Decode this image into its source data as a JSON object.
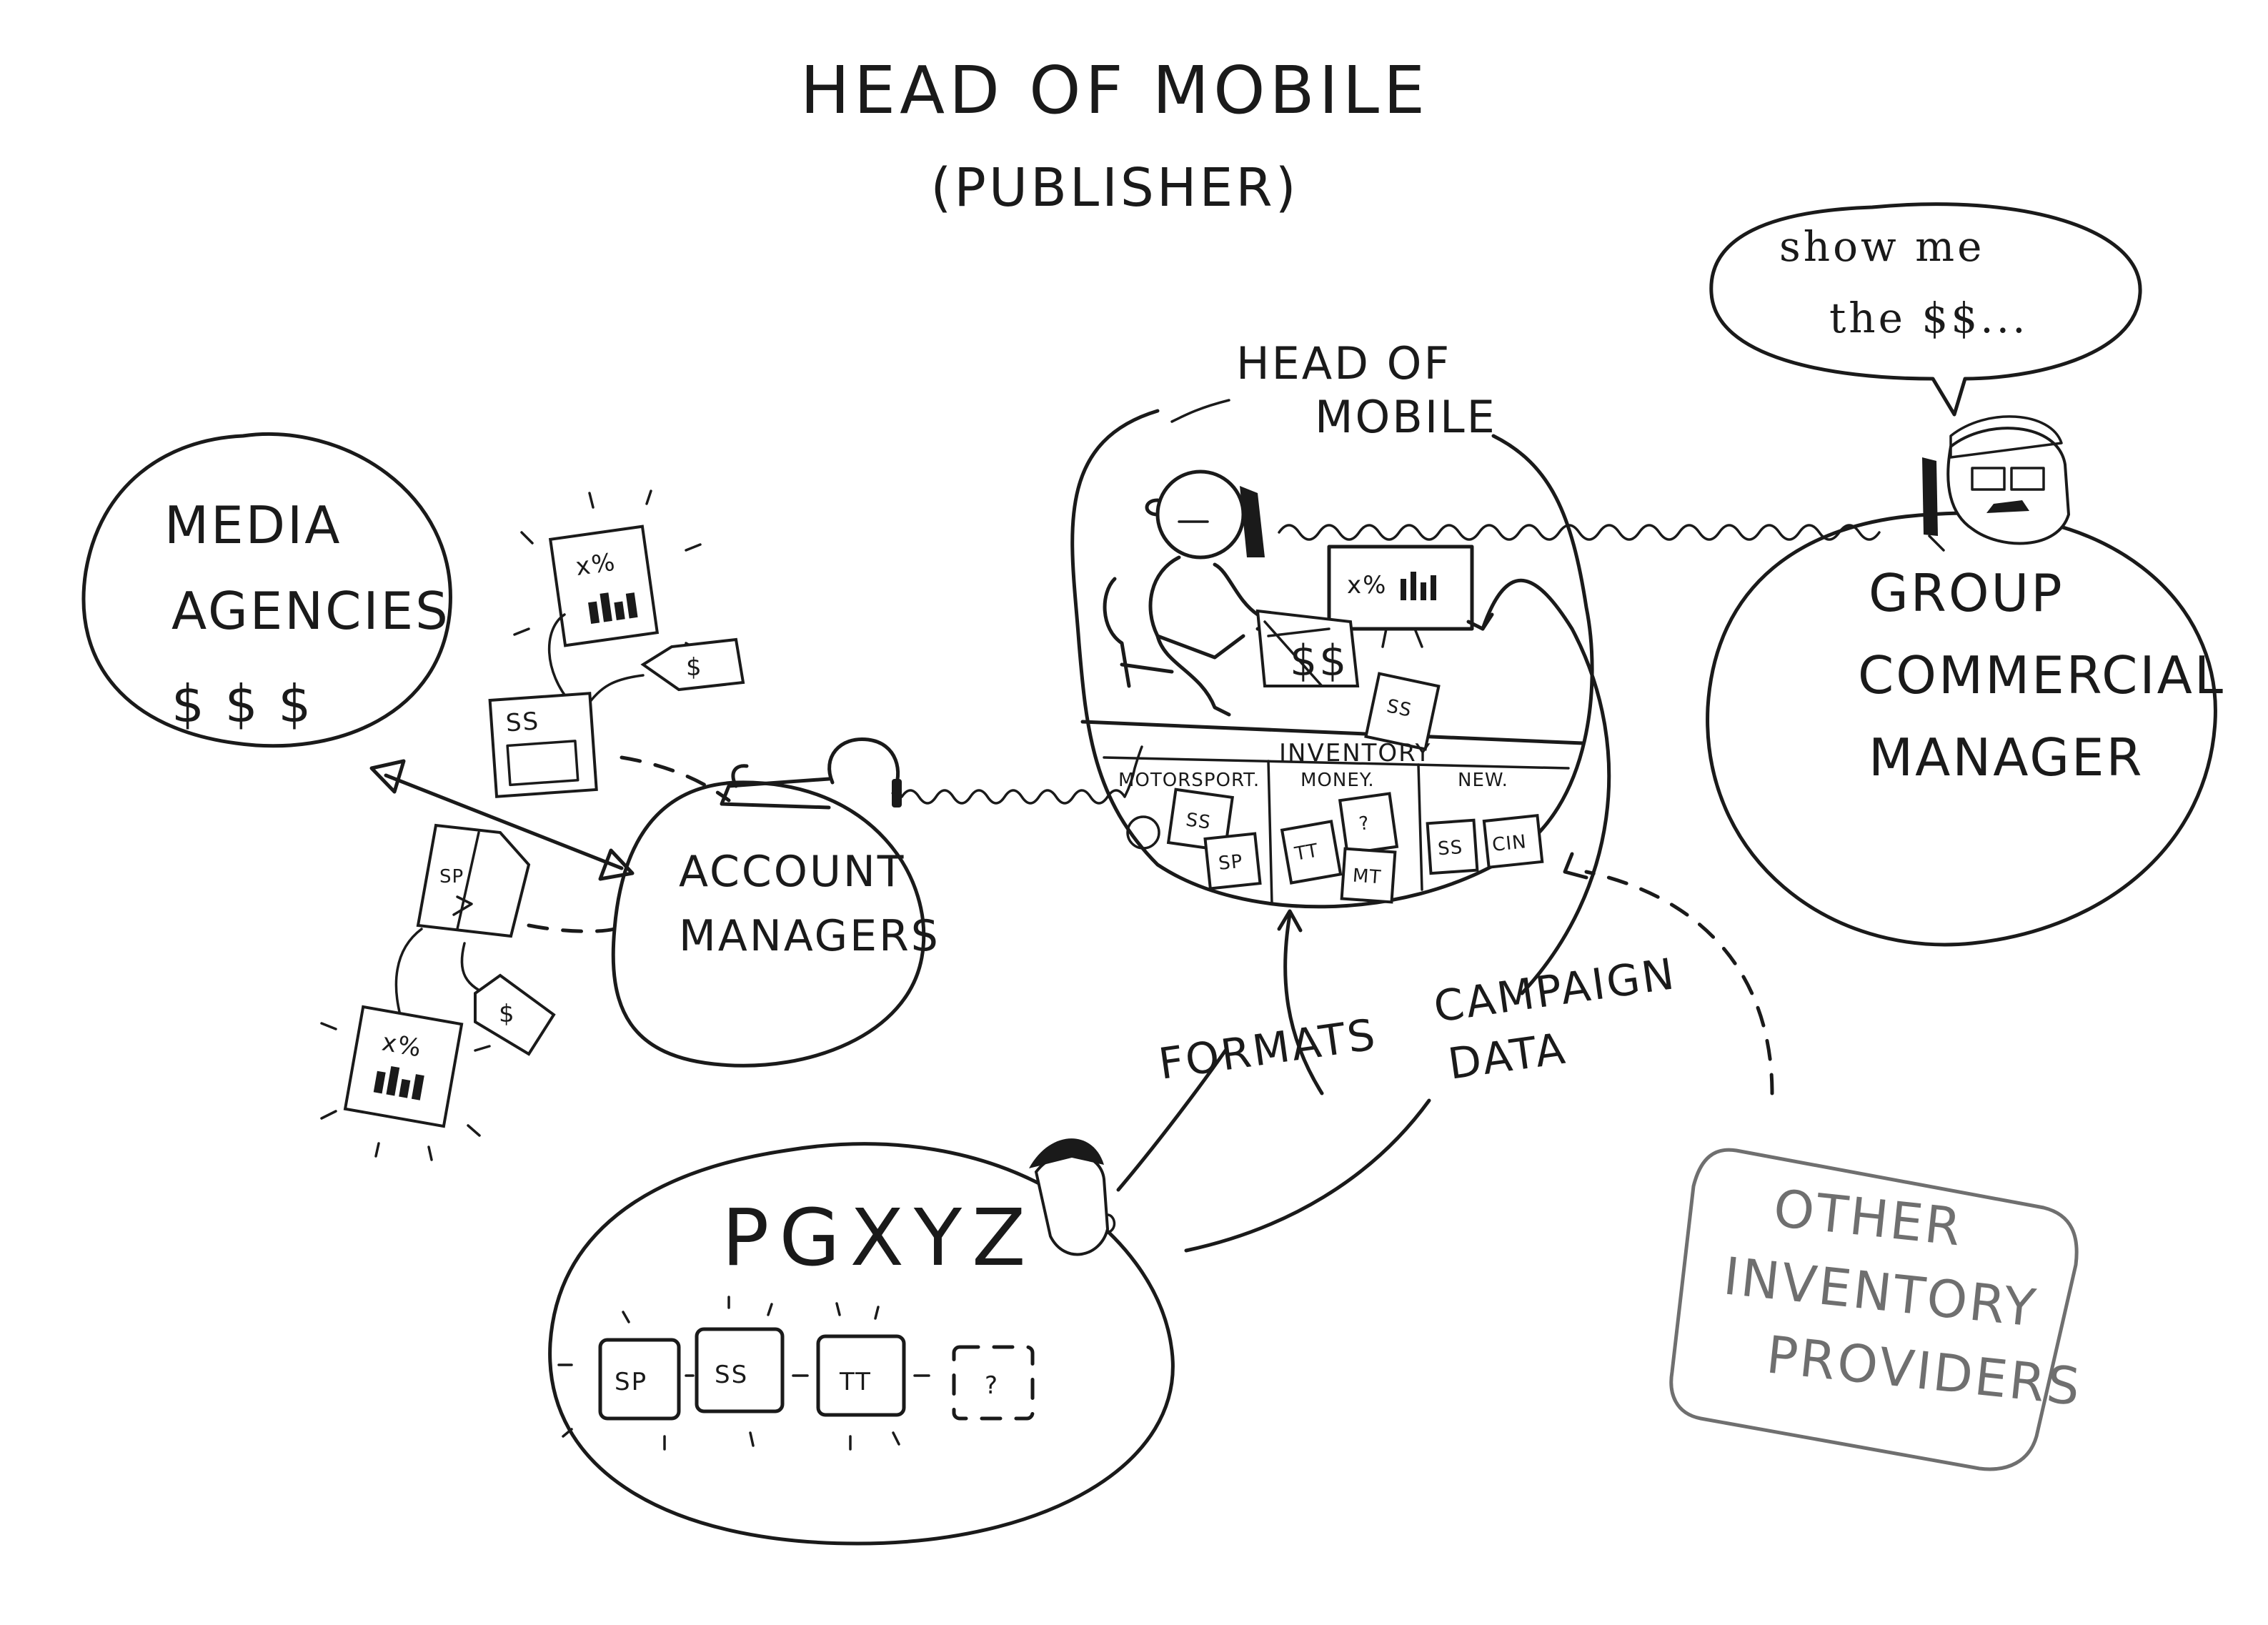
{
  "title": "HEAD OF MOBILE",
  "subtitle": "(PUBLISHER)",
  "nodes": {
    "media_agencies": {
      "line1": "MEDIA",
      "line2": "AGENCIES",
      "line3": "$ $ $"
    },
    "account_managers": {
      "line1": "ACCOUNT",
      "line2": "MANAGERS"
    },
    "head_of_mobile": {
      "line1": "HEAD OF",
      "line2": "MOBILE",
      "inventory_label": "INVENTORY",
      "sections": [
        "MOTORSPORT.",
        "MONEY.",
        "NEW."
      ],
      "cards": [
        "SS",
        "SP",
        "TT",
        "?",
        "MT",
        "SS",
        "CIN"
      ],
      "desk_note": "$$",
      "desk_card": "SS",
      "monitor_text": "x%"
    },
    "group_commercial_manager": {
      "line1": "GROUP",
      "line2": "COMMERCIAL",
      "line3": "MANAGER"
    },
    "pgxyz": {
      "name": "PGXYZ",
      "formats": [
        "SP",
        "SS",
        "TT",
        "?"
      ]
    },
    "other_inventory_providers": {
      "line1": "OTHER",
      "line2": "INVENTORY",
      "line3": "PROVIDERS"
    }
  },
  "speech_bubble": {
    "line1": "show me",
    "line2": "the $$..."
  },
  "edge_labels": {
    "formats": "FORMATS",
    "campaign_data_1": "CAMPAIGN",
    "campaign_data_2": "DATA"
  },
  "documents": {
    "report_metric": "x%",
    "price_tag": "$",
    "doc_ss": "SS",
    "doc_sp": "SP"
  }
}
